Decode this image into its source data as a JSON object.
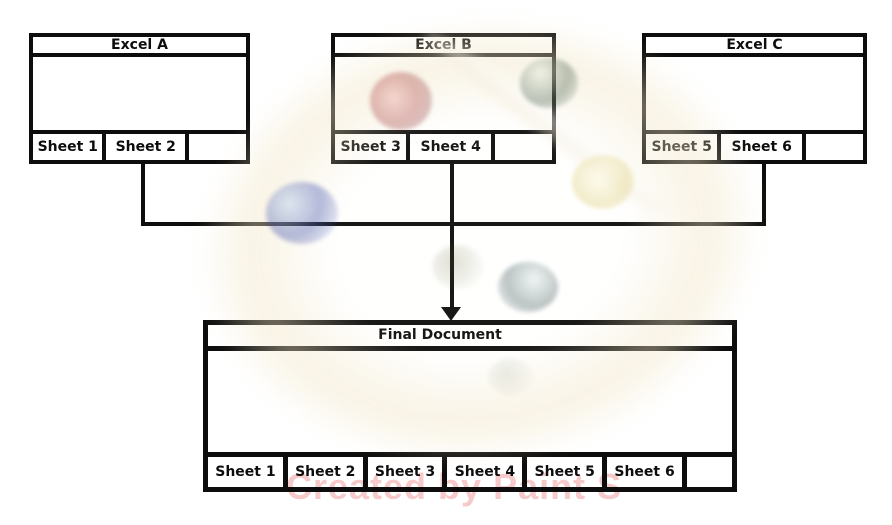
{
  "diagram": {
    "sources": [
      {
        "title": "Excel A",
        "tabs": [
          "Sheet 1",
          "Sheet 2",
          ""
        ]
      },
      {
        "title": "Excel B",
        "tabs": [
          "Sheet 3",
          "Sheet 4",
          ""
        ]
      },
      {
        "title": "Excel C",
        "tabs": [
          "Sheet 5",
          "Sheet 6",
          ""
        ]
      }
    ],
    "target": {
      "title": "Final Document",
      "tabs": [
        "Sheet 1",
        "Sheet 2",
        "Sheet 3",
        "Sheet 4",
        "Sheet 5",
        "Sheet 6",
        ""
      ]
    },
    "watermark": {
      "text": "Created by Paint S",
      "text_color": "#ef9e9e"
    },
    "colors": {
      "background": "#ffffff",
      "line": "#0d0d0d",
      "palette_dab_red": "#a02828",
      "palette_dab_blue": "#2a3ca0",
      "palette_dab_yellow": "#dcd084",
      "palette_dab_dark_green": "#1e3c23",
      "palette_dab_dark_teal": "#193737",
      "palette_base": "#f1e5c4"
    }
  }
}
